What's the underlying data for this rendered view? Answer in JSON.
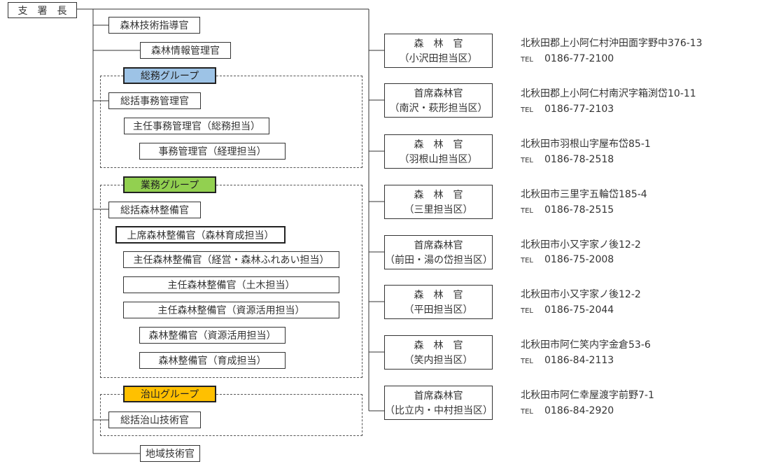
{
  "head": "支　署　長",
  "upper_positions": [
    "森林技術指導官",
    "森林情報管理官"
  ],
  "groups": [
    {
      "label": "総務グループ",
      "color": "#9dc3e6",
      "positions": [
        "総括事務管理官",
        "主任事務管理官（総務担当）",
        "事務管理官（経理担当）"
      ]
    },
    {
      "label": "業務グループ",
      "color": "#92d050",
      "positions": [
        "総括森林整備官",
        "上席森林整備官（森林育成担当）",
        "主任森林整備官（経営・森林ふれあい担当）",
        "主任森林整備官（土木担当）",
        "主任森林整備官（資源活用担当）",
        "森林整備官（資源活用担当）",
        "森林整備官（育成担当）"
      ]
    },
    {
      "label": "治山グループ",
      "color": "#ffc000",
      "positions": [
        "総括治山技術官"
      ]
    }
  ],
  "bottom_position": "地域技術官",
  "tel_label": "TEL",
  "offices": [
    {
      "title": "森　林　官",
      "area": "（小沢田担当区）",
      "address": "北秋田郡上小阿仁村沖田面字野中376-13",
      "tel": "0186-77-2100"
    },
    {
      "title": "首席森林官",
      "area": "（南沢・萩形担当区）",
      "address": "北秋田郡上小阿仁村南沢字箱渕岱10-11",
      "tel": "0186-77-2103"
    },
    {
      "title": "森　林　官",
      "area": "（羽根山担当区）",
      "address": "北秋田市羽根山字屋布岱85-1",
      "tel": "0186-78-2518"
    },
    {
      "title": "森　林　官",
      "area": "（三里担当区）",
      "address": "北秋田市三里字五輪岱185-4",
      "tel": "0186-78-2515"
    },
    {
      "title": "首席森林官",
      "area": "（前田・湯の岱担当区）",
      "address": "北秋田市小又字家ノ後12-2",
      "tel": "0186-75-2008"
    },
    {
      "title": "森　林　官",
      "area": "（平田担当区）",
      "address": "北秋田市小又字家ノ後12-2",
      "tel": "0186-75-2044"
    },
    {
      "title": "森　林　官",
      "area": "（笑内担当区）",
      "address": "北秋田市阿仁笑内字金倉53-6",
      "tel": "0186-84-2113"
    },
    {
      "title": "首席森林官",
      "area": "（比立内・中村担当区）",
      "address": "北秋田市阿仁幸屋渡字前野7-1",
      "tel": "0186-84-2920"
    }
  ]
}
